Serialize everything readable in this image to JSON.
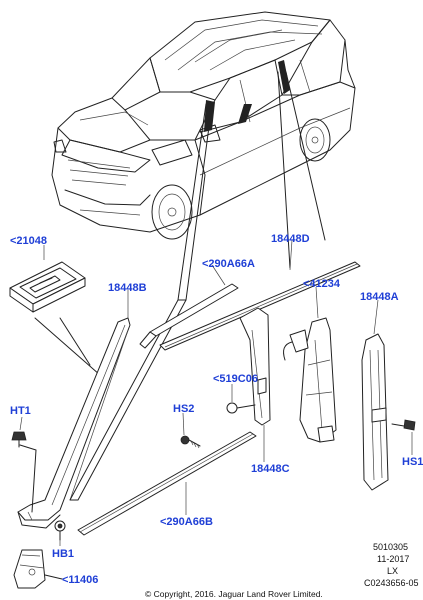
{
  "callouts": {
    "c21048": "<21048",
    "c18448B": "18448B",
    "c18448D": "18448D",
    "c290A66A": "<290A66A",
    "c41234": "<41234",
    "c18448A": "18448A",
    "cHT1": "HT1",
    "cHS2": "HS2",
    "c519C06": "<519C06",
    "c18448C": "18448C",
    "cHS1": "HS1",
    "cHB1": "HB1",
    "c290A66B": "<290A66B",
    "c11406": "<11406"
  },
  "info_block": {
    "line1": "5010305",
    "line2": "11-2017",
    "line3": "LX",
    "line4": "C0243656-05"
  },
  "copyright": "© Copyright, 2016. Jaguar Land Rover Limited.",
  "colors": {
    "callout": "#1f3fd6",
    "line": "#222222"
  }
}
